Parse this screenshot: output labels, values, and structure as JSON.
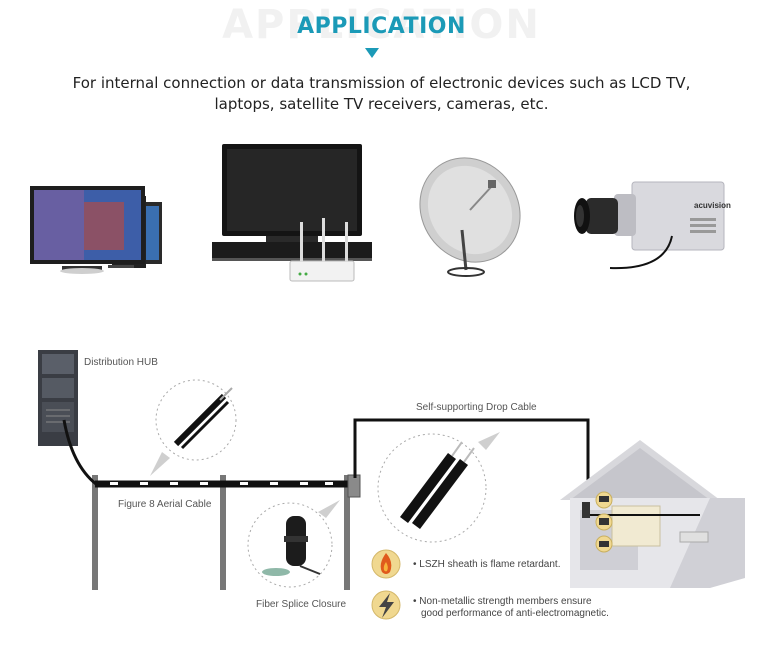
{
  "header": {
    "watermark": "APPLICATION",
    "title": "APPLICATION",
    "description_line1": "For internal connection or data transmission of electronic devices such as LCD TV,",
    "description_line2": "laptops, satellite TV receivers, cameras, etc."
  },
  "devices": {
    "camera_brand": "acuvision"
  },
  "diagram": {
    "hub_label": "Distribution HUB",
    "drop_cable_label": "Self-supporting Drop Cable",
    "aerial_cable_label": "Figure 8 Aerial Cable",
    "splice_closure_label": "Fiber Splice Closure"
  },
  "features": [
    {
      "icon": "flame-icon",
      "bullet": "•",
      "text": "LSZH sheath is flame retardant."
    },
    {
      "icon": "lightning-icon",
      "bullet": "•",
      "line1": "Non-metallic strength members ensure",
      "line2": "good performance of anti-electromagnetic."
    }
  ],
  "colors": {
    "title": "#1b9ab7",
    "icon_circle": "#f0d890",
    "cable": "#111111"
  }
}
